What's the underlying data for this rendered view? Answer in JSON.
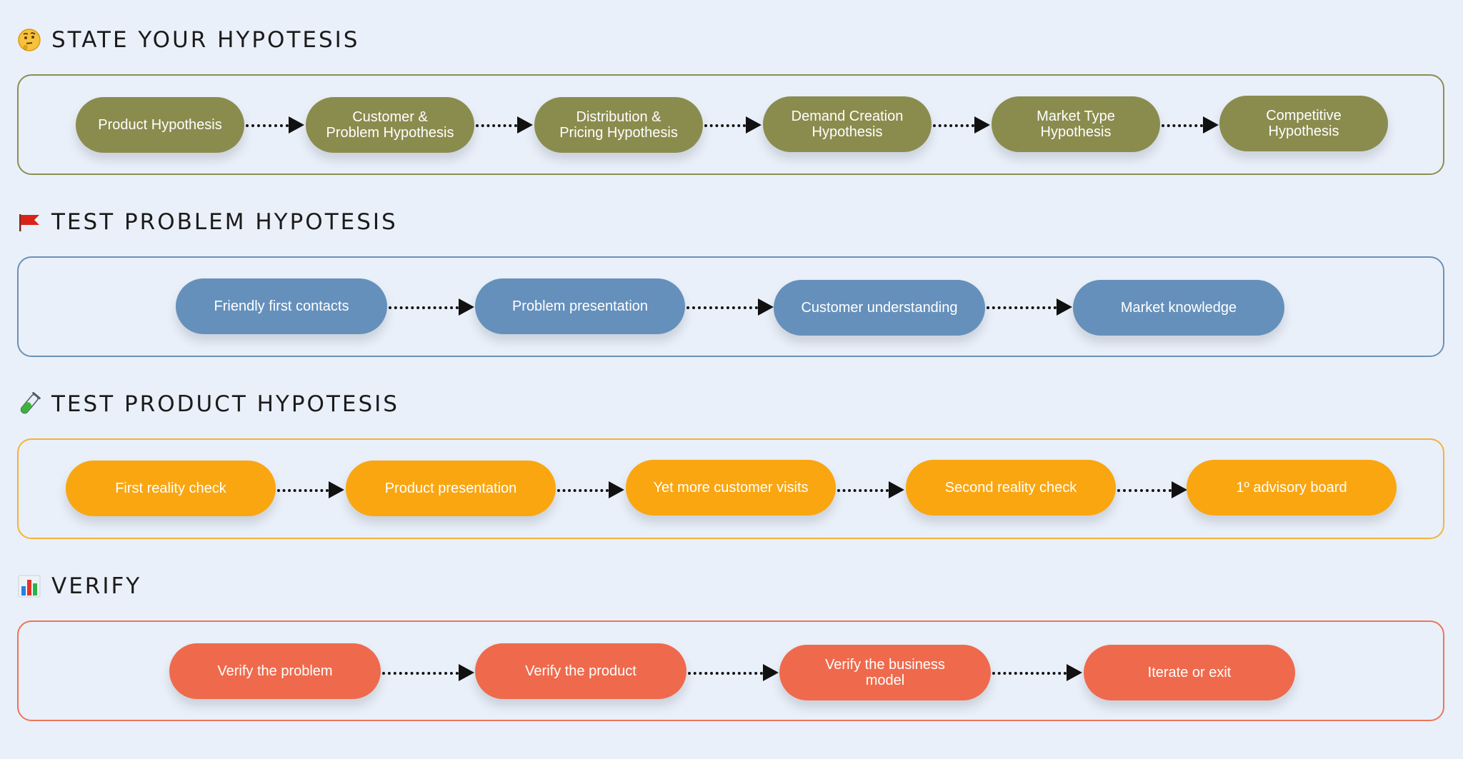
{
  "sections": [
    {
      "title": "STATE YOUR HYPOTESIS",
      "icon": "thinking-face-icon",
      "accent": "#8a8c4e",
      "steps": [
        "Product Hypothesis",
        "Customer &\nProblem Hypothesis",
        "Distribution &\nPricing Hypothesis",
        "Demand Creation\nHypothesis",
        "Market Type\nHypothesis",
        "Competitive\nHypothesis"
      ]
    },
    {
      "title": "TEST PROBLEM HYPOTESIS",
      "icon": "red-flag-icon",
      "accent": "#6590bb",
      "steps": [
        "Friendly first contacts",
        "Problem presentation",
        "Customer understanding",
        "Market knowledge"
      ]
    },
    {
      "title": "TEST PRODUCT HYPOTESIS",
      "icon": "test-tube-icon",
      "accent": "#f9a611",
      "steps": [
        "First reality check",
        "Product presentation",
        "Yet more customer visits",
        "Second reality check",
        "1º advisory board"
      ]
    },
    {
      "title": "VERIFY",
      "icon": "bar-chart-icon",
      "accent": "#ef6a4c",
      "steps": [
        "Verify the problem",
        "Verify the product",
        "Verify the business\nmodel",
        "Iterate or exit"
      ]
    }
  ]
}
